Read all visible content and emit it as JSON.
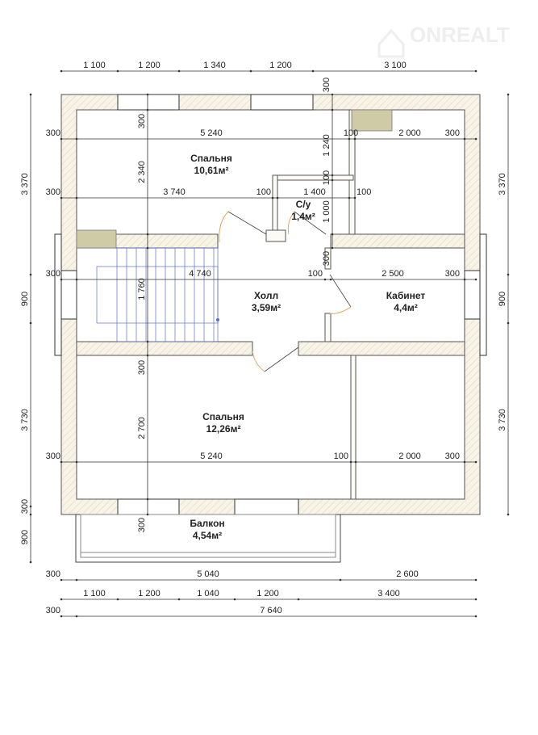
{
  "logo": {
    "text": "ONREALT"
  },
  "rooms": [
    {
      "name": "Спальня",
      "area": "10,61м²"
    },
    {
      "name": "С/у",
      "area": "1,4м²"
    },
    {
      "name": "Холл",
      "area": "3,59м²"
    },
    {
      "name": "Кабинет",
      "area": "4,4м²"
    },
    {
      "name": "Спальня",
      "area": "12,26м²"
    },
    {
      "name": "Балкон",
      "area": "4,54м²"
    }
  ],
  "dimensions": {
    "top": [
      "1 100",
      "1 200",
      "1 340",
      "1 200",
      "3 100"
    ],
    "row1": [
      "300",
      "5 240",
      "100",
      "2 000",
      "300"
    ],
    "row2": [
      "300",
      "3 740",
      "100",
      "1 400",
      "100"
    ],
    "row3": [
      "300",
      "4 740",
      "100",
      "2 500",
      "300"
    ],
    "row4": [
      "300",
      "5 240",
      "100",
      "2 000",
      "300"
    ],
    "left": [
      "3 370",
      "900",
      "3 730",
      "300",
      "900"
    ],
    "right": [
      "3 370",
      "900",
      "3 730"
    ],
    "vertical_mid": [
      "300",
      "2 340",
      "1 760",
      "300",
      "2 700",
      "300"
    ],
    "vertical_wc": [
      "300",
      "1 240",
      "100",
      "1 000",
      "300"
    ],
    "bottom1": [
      "300",
      "5 040",
      "2 600"
    ],
    "bottom2": [
      "1 100",
      "1 200",
      "1 040",
      "1 200",
      "3 400"
    ],
    "bottom3": [
      "300",
      "7 640"
    ]
  }
}
